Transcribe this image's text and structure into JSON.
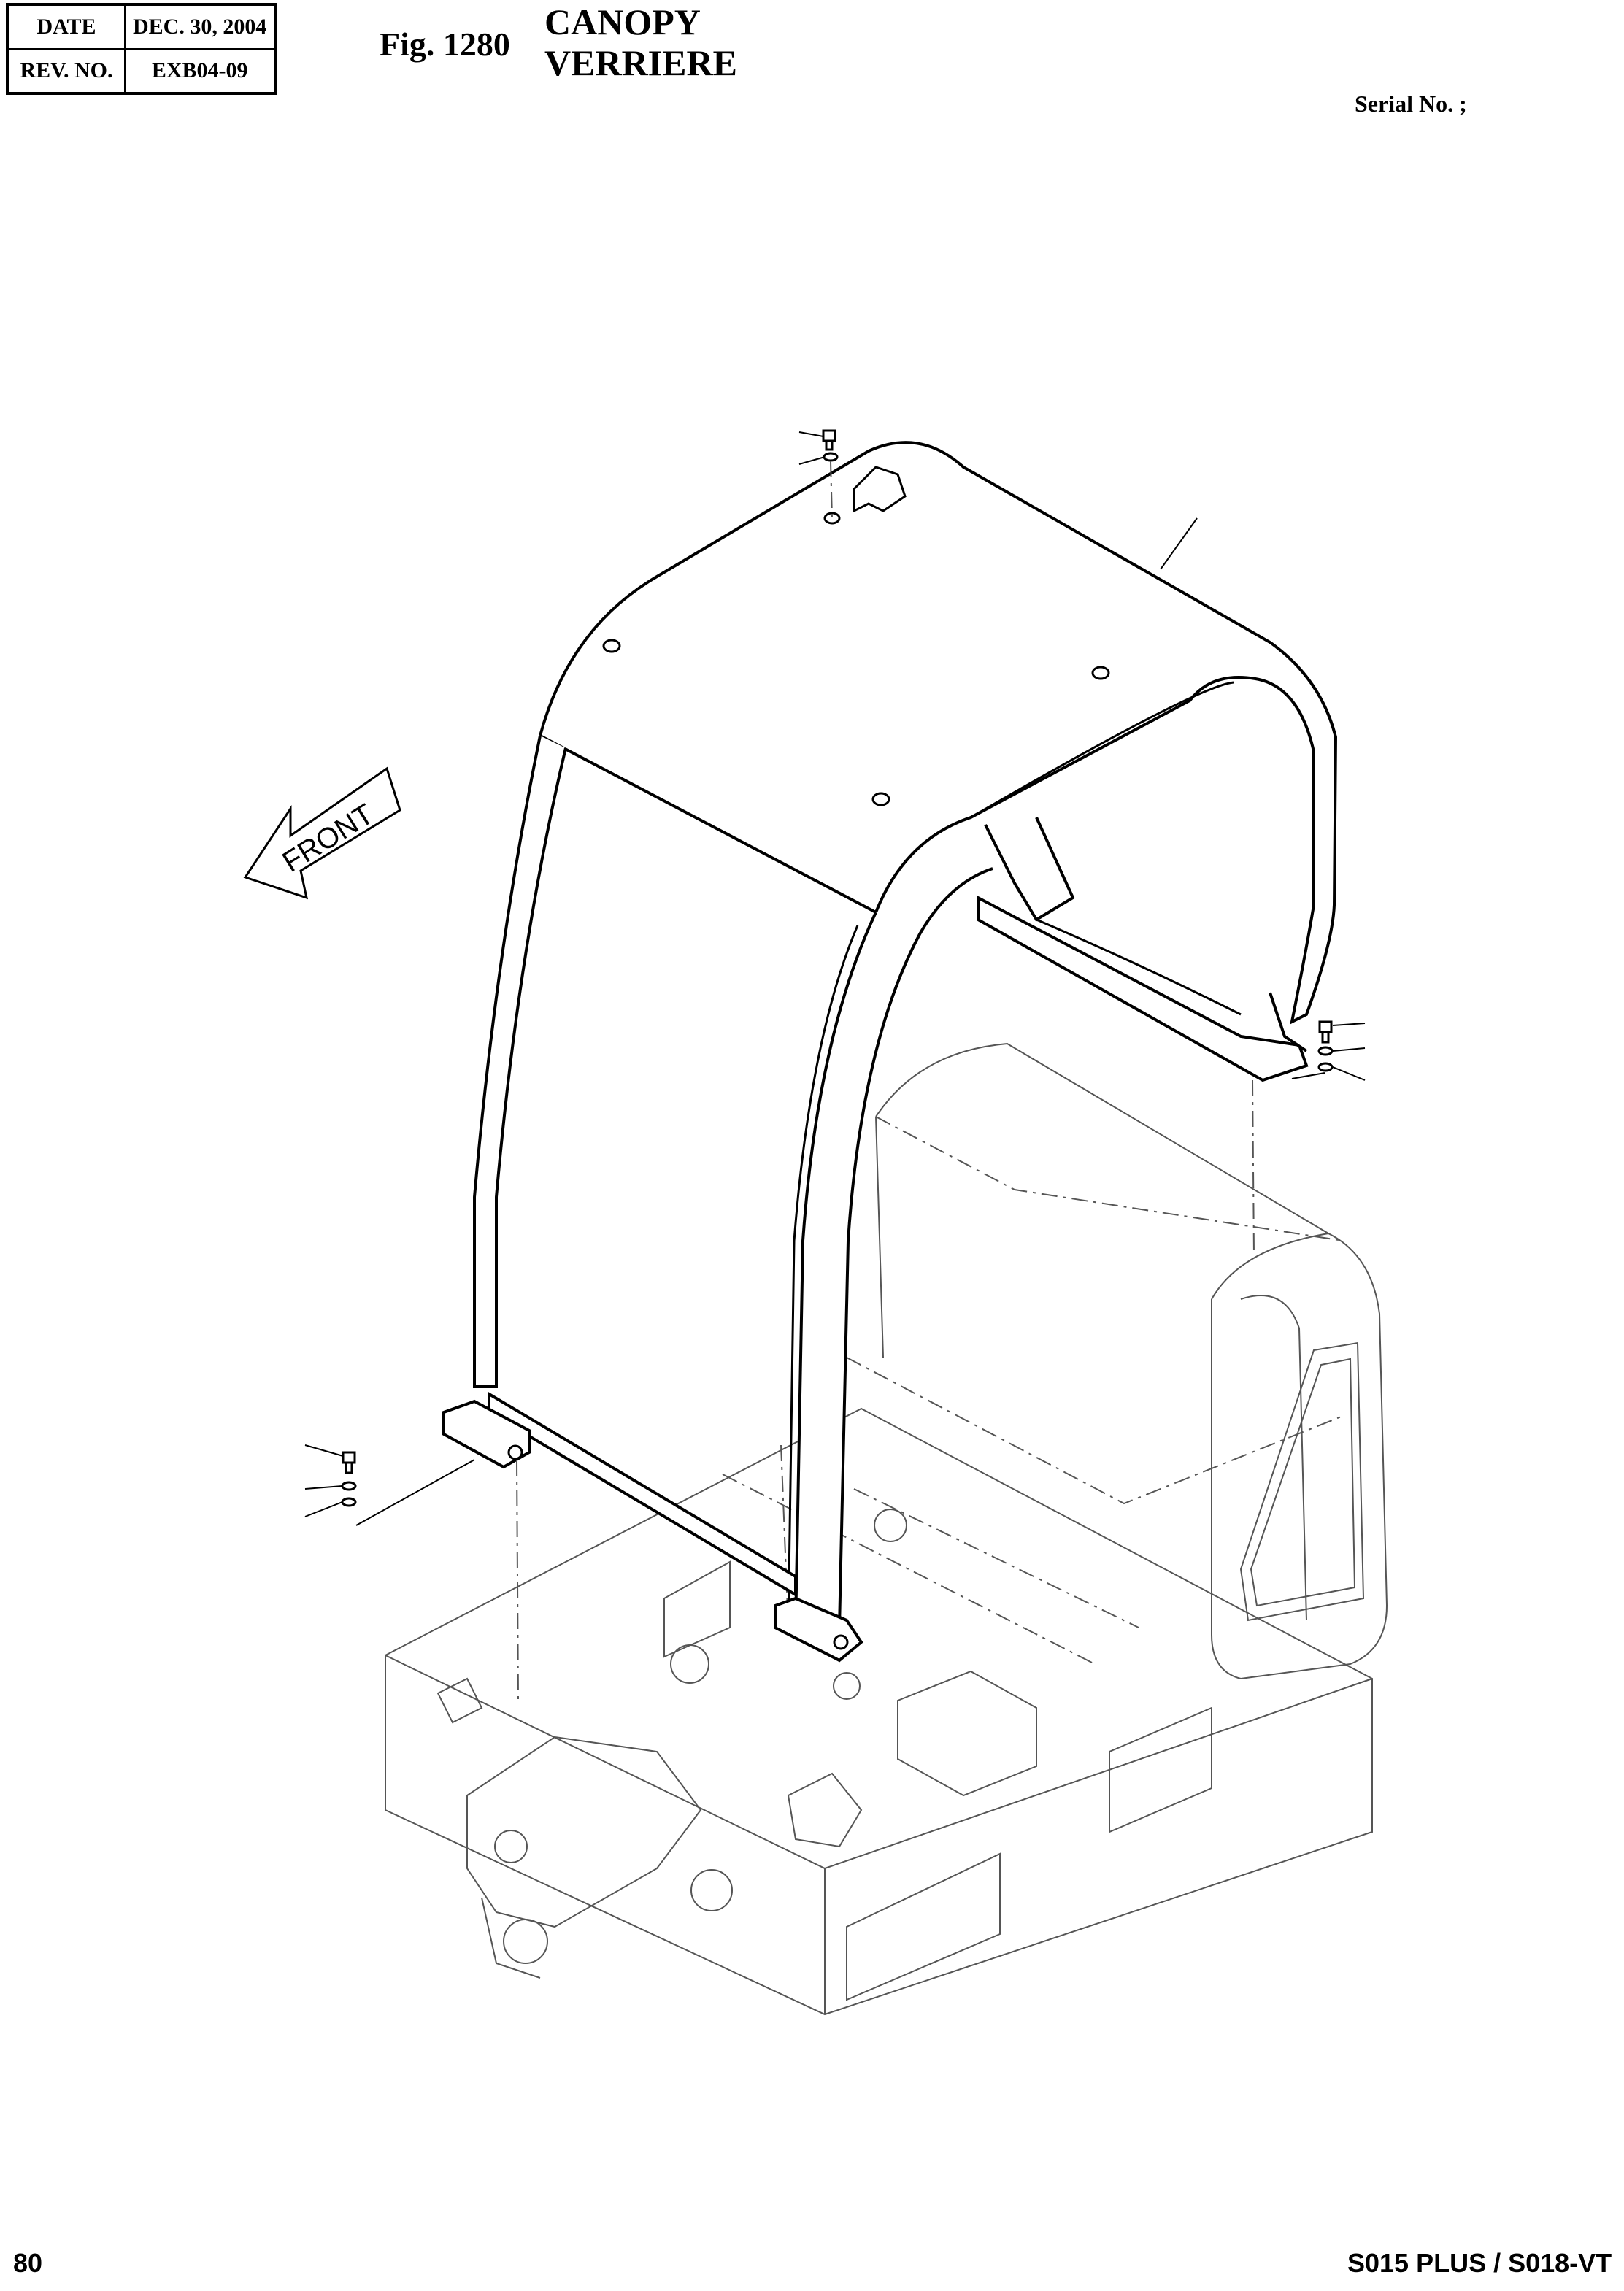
{
  "header": {
    "date_label": "DATE",
    "date_value": "DEC. 30, 2004",
    "rev_label": "REV. NO.",
    "rev_value": "EXB04-09"
  },
  "figure": {
    "number": "Fig. 1280",
    "title_en": "CANOPY",
    "title_fr": "VERRIERE"
  },
  "serial_label": "Serial No. ;",
  "diagram": {
    "front_arrow_label": "FRONT"
  },
  "footer": {
    "page_number": "80",
    "model": "S015 PLUS / S018-VT"
  }
}
